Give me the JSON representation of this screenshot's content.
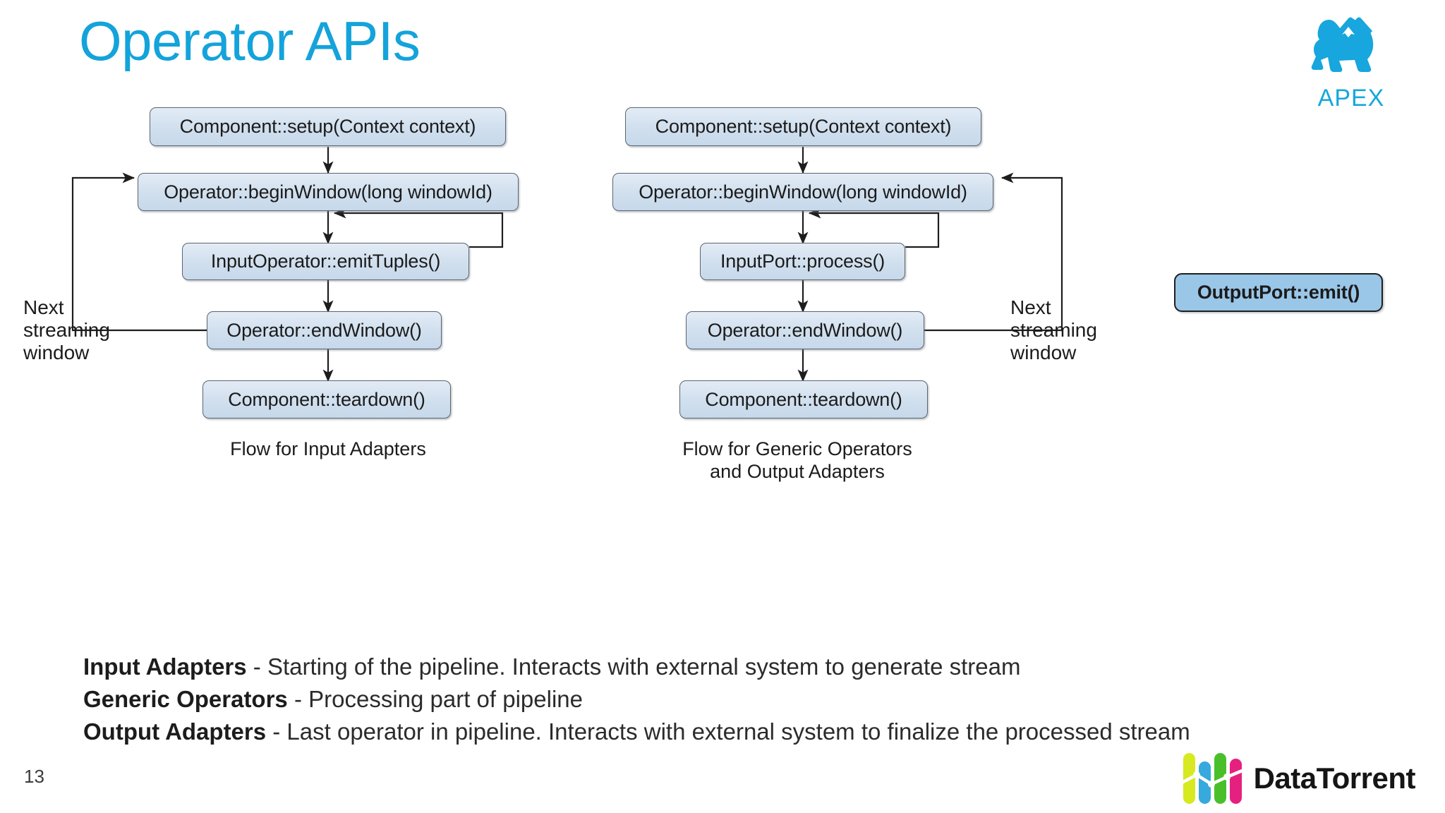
{
  "slide": {
    "title": "Operator APIs",
    "page_number": "13",
    "title_color": "#14a3da"
  },
  "apex_logo": {
    "word": "APEX",
    "color": "#16a7dd",
    "icon": "gorilla-icon"
  },
  "datatorrent_logo": {
    "word_data": "Data",
    "word_torrent": "Torrent",
    "bar_colors": [
      "#d7e921",
      "#37a9dc",
      "#49c02a",
      "#e6207f"
    ]
  },
  "diagram": {
    "node_fill": "#d3e1ef",
    "emit_fill": "#9ac6e8",
    "columns": [
      {
        "name": "input-adapters",
        "caption": "Flow for Input Adapters",
        "loop_label": "Next\nstreaming\nwindow",
        "nodes": [
          {
            "id": "setup",
            "label": "Component::setup(Context context)"
          },
          {
            "id": "begin-window",
            "label": "Operator::beginWindow(long windowId)"
          },
          {
            "id": "emit-tuples",
            "label": "InputOperator::emitTuples()"
          },
          {
            "id": "end-window",
            "label": "Operator::endWindow()"
          },
          {
            "id": "teardown",
            "label": "Component::teardown()"
          }
        ]
      },
      {
        "name": "generic-operators",
        "caption": "Flow for Generic Operators\nand Output Adapters",
        "loop_label": "Next\nstreaming\nwindow",
        "nodes": [
          {
            "id": "setup",
            "label": "Component::setup(Context context)"
          },
          {
            "id": "begin-window",
            "label": "Operator::beginWindow(long windowId)"
          },
          {
            "id": "process",
            "label": "InputPort::process()"
          },
          {
            "id": "end-window",
            "label": "Operator::endWindow()"
          },
          {
            "id": "teardown",
            "label": "Component::teardown()"
          }
        ]
      }
    ],
    "emit_node": {
      "label": "OutputPort::emit()"
    }
  },
  "description": {
    "lines": [
      {
        "term": "Input Adapters",
        "rest": " - Starting of the pipeline. Interacts with external system to generate stream"
      },
      {
        "term": "Generic Operators",
        "rest": " - Processing part of pipeline"
      },
      {
        "term": "Output Adapters",
        "rest": " - Last operator in pipeline. Interacts with external system to finalize the processed stream"
      }
    ]
  }
}
